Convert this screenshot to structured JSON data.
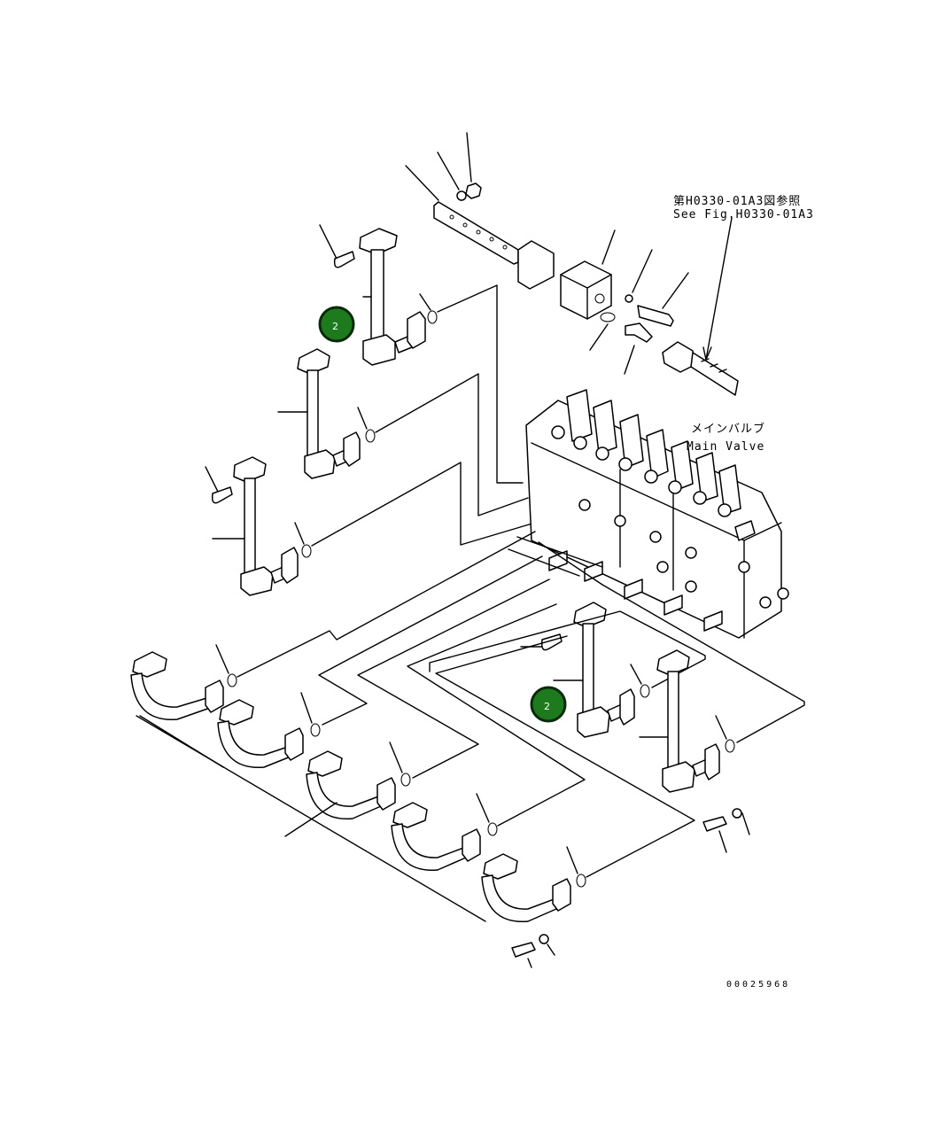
{
  "colors": {
    "line": "#000000",
    "background": "#ffffff",
    "badge_fill": "#1d7a1d",
    "badge_ring": "#0b2a0b",
    "badge_text": "#ffffff"
  },
  "reference": {
    "line_jp": "第H0330-01A3図参照",
    "line_en": "See Fig.H0330-01A3"
  },
  "main_valve": {
    "label_jp": "メインバルブ",
    "label_en": "Main Valve"
  },
  "badges": [
    "2",
    "2"
  ],
  "document_number": "00025968"
}
